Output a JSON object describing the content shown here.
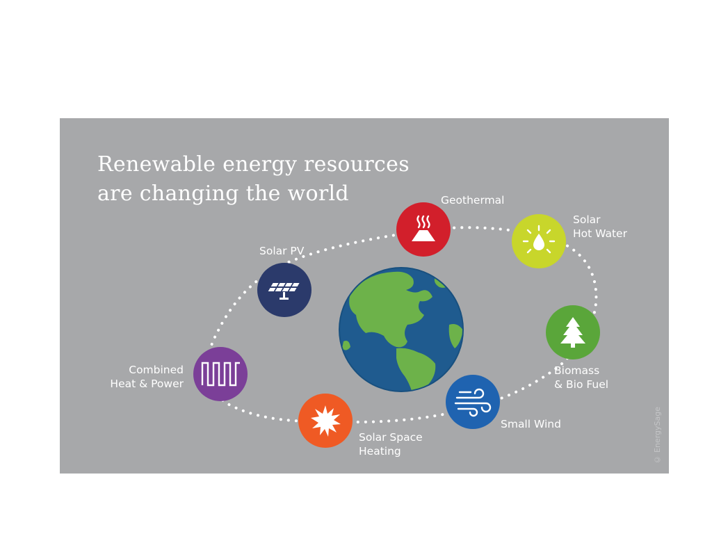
{
  "title": {
    "line1": "Renewable energy resources",
    "line2": "are changing the world"
  },
  "nodes": {
    "geothermal": {
      "label": "Geothermal",
      "color": "#d21f2b",
      "icon": "volcano-heat-icon"
    },
    "solar_hot_water": {
      "line1": "Solar",
      "line2": "Hot Water",
      "color": "#c8d62b",
      "icon": "sun-water-drop-icon"
    },
    "solar_pv": {
      "label": "Solar PV",
      "color": "#2b3a6b",
      "icon": "solar-panel-icon"
    },
    "biomass": {
      "line1": "Biomass",
      "line2": "& Bio Fuel",
      "color": "#5aa63a",
      "icon": "pine-tree-icon"
    },
    "chp": {
      "line1": "Combined",
      "line2": "Heat & Power",
      "color": "#7b3f98",
      "icon": "square-wave-icon"
    },
    "small_wind": {
      "label": "Small Wind",
      "color": "#1f63b0",
      "icon": "wind-icon"
    },
    "solar_space_heating": {
      "line1": "Solar Space",
      "line2": "Heating",
      "color": "#ef5a24",
      "icon": "starburst-icon"
    }
  },
  "globe": {
    "ocean_color": "#1f5b8f",
    "land_color": "#6db24a",
    "icon": "earth-globe-icon"
  },
  "orbit": {
    "style": "dotted",
    "color": "#ffffff"
  },
  "credit": "© EnergySage"
}
